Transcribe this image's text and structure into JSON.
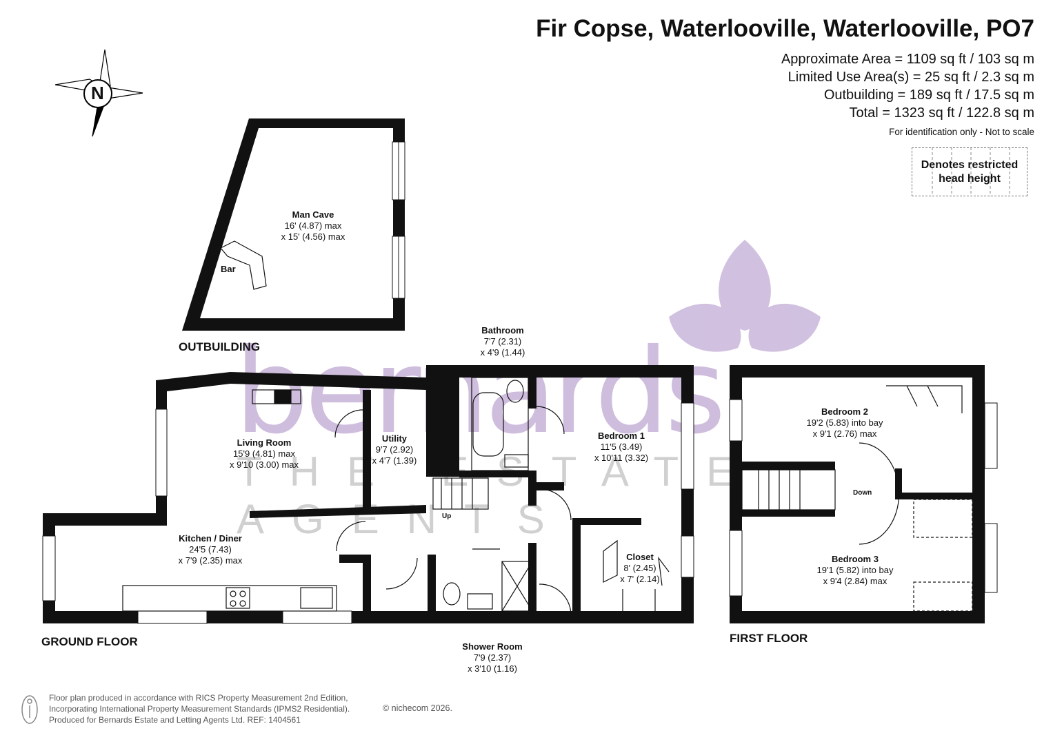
{
  "header": {
    "title": "Fir Copse, Waterlooville, Waterlooville, PO7",
    "areas": [
      "Approximate Area = 1109 sq ft / 103 sq m",
      "Limited Use Area(s) = 25 sq ft / 2.3 sq m",
      "Outbuilding = 189 sq ft / 17.5 sq m",
      "Total = 1323 sq ft / 122.8 sq m"
    ],
    "scale_note": "For identification only - Not to scale"
  },
  "legend": {
    "label_line1": "Denotes restricted",
    "label_line2": "head height"
  },
  "compass": {
    "letter": "N"
  },
  "watermark": {
    "brand": "bernards",
    "tagline": "THE ESTATE AGENTS",
    "color": "#c9b6da"
  },
  "floors": {
    "outbuilding": "OUTBUILDING",
    "ground": "GROUND FLOOR",
    "first": "FIRST FLOOR"
  },
  "rooms": {
    "man_cave": {
      "name": "Man Cave",
      "dim1": "16' (4.87) max",
      "dim2": "x 15' (4.56) max"
    },
    "bar": {
      "name": "Bar"
    },
    "bathroom": {
      "name": "Bathroom",
      "dim1": "7'7 (2.31)",
      "dim2": "x 4'9 (1.44)"
    },
    "living_room": {
      "name": "Living Room",
      "dim1": "15'9 (4.81) max",
      "dim2": "x 9'10 (3.00) max"
    },
    "utility": {
      "name": "Utility",
      "dim1": "9'7 (2.92)",
      "dim2": "x 4'7 (1.39)"
    },
    "bedroom1": {
      "name": "Bedroom 1",
      "dim1": "11'5 (3.49)",
      "dim2": "x 10'11 (3.32)"
    },
    "kitchen": {
      "name": "Kitchen / Diner",
      "dim1": "24'5 (7.43)",
      "dim2": "x 7'9 (2.35) max"
    },
    "closet": {
      "name": "Closet",
      "dim1": "8' (2.45)",
      "dim2": "x 7' (2.14)"
    },
    "shower_room": {
      "name": "Shower Room",
      "dim1": "7'9 (2.37)",
      "dim2": "x 3'10 (1.16)"
    },
    "bedroom2": {
      "name": "Bedroom 2",
      "dim1": "19'2 (5.83) into bay",
      "dim2": "x 9'1 (2.76) max"
    },
    "bedroom3": {
      "name": "Bedroom 3",
      "dim1": "19'1 (5.82) into bay",
      "dim2": "x 9'4 (2.84) max"
    }
  },
  "stairs": {
    "up": "Up",
    "down": "Down"
  },
  "footer": {
    "line1": "Floor plan produced in accordance with RICS Property Measurement 2nd Edition,",
    "line2": "Incorporating International Property Measurement Standards (IPMS2 Residential).",
    "line3": "Produced for Bernards Estate and Letting Agents Ltd.   REF:  1404561",
    "credit": "© nichecom 2026."
  }
}
